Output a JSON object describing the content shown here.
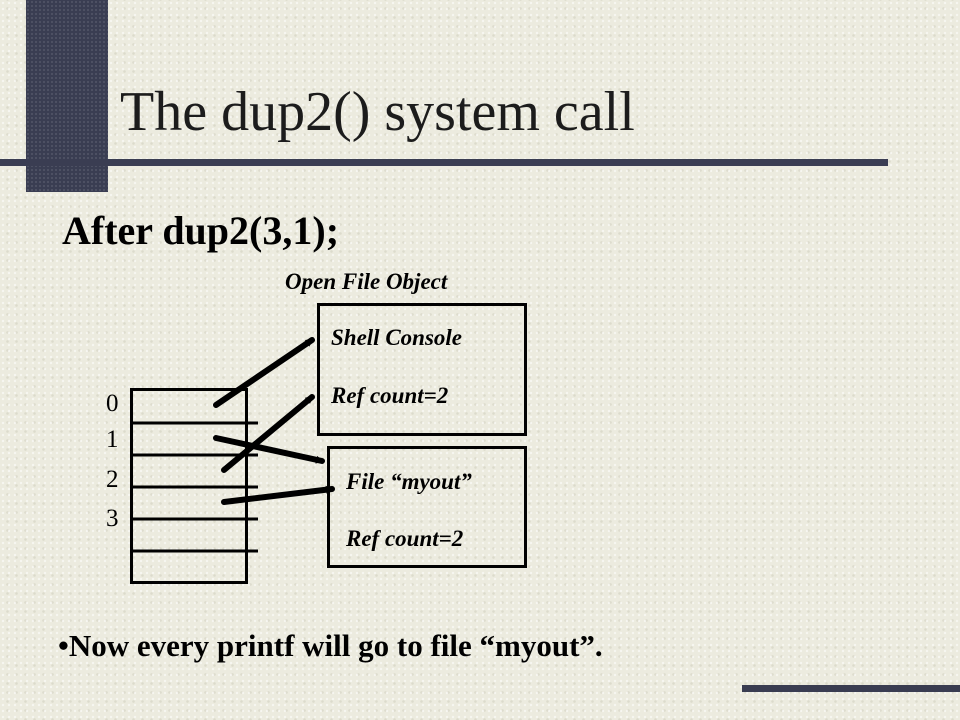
{
  "title": "The dup2() system call",
  "subtitle": "After dup2(3,1);",
  "open_file_object_label": "Open File Object",
  "objects": {
    "shell": {
      "name": "Shell Console",
      "ref_count": "Ref count=2"
    },
    "file": {
      "name": "File “myout”",
      "ref_count": "Ref count=2"
    }
  },
  "fd_table": {
    "indices": [
      "0",
      "1",
      "2",
      "3"
    ]
  },
  "bullet": "•Now every printf will go to file “myout”.",
  "colors": {
    "background": "#ecebdf",
    "accent": "#3a3d52",
    "text": "#000000"
  }
}
